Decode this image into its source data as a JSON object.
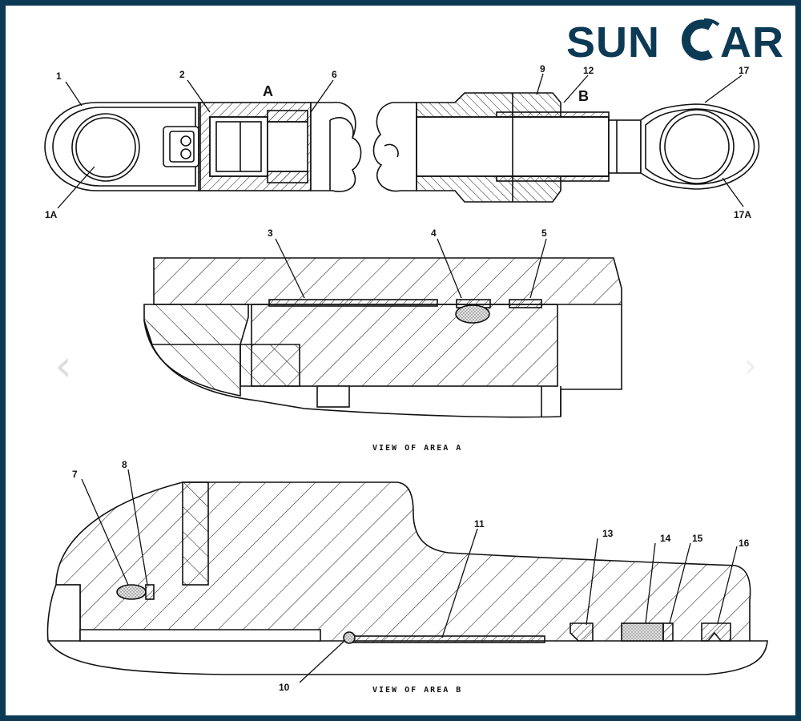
{
  "logo": {
    "text_left": "SUN",
    "text_right": "AR",
    "color": "#0c3a55"
  },
  "view_a": {
    "area_label": "A",
    "caption": "VIEW OF AREA A"
  },
  "view_b": {
    "area_label": "B",
    "caption": "VIEW OF AREA B"
  },
  "callouts": {
    "c1": "1",
    "c1a": "1A",
    "c2": "2",
    "c6": "6",
    "c9": "9",
    "c12": "12",
    "c17": "17",
    "c17a": "17A",
    "c3": "3",
    "c4": "4",
    "c5": "5",
    "c7": "7",
    "c8": "8",
    "c10": "10",
    "c11": "11",
    "c13": "13",
    "c14": "14",
    "c15": "15",
    "c16": "16"
  },
  "nav": {
    "prev_glyph": "‹",
    "next_glyph": "›"
  },
  "colors": {
    "frame": "#0c3a55",
    "line": "#111111",
    "seal_fill": "#d8d8d8"
  }
}
